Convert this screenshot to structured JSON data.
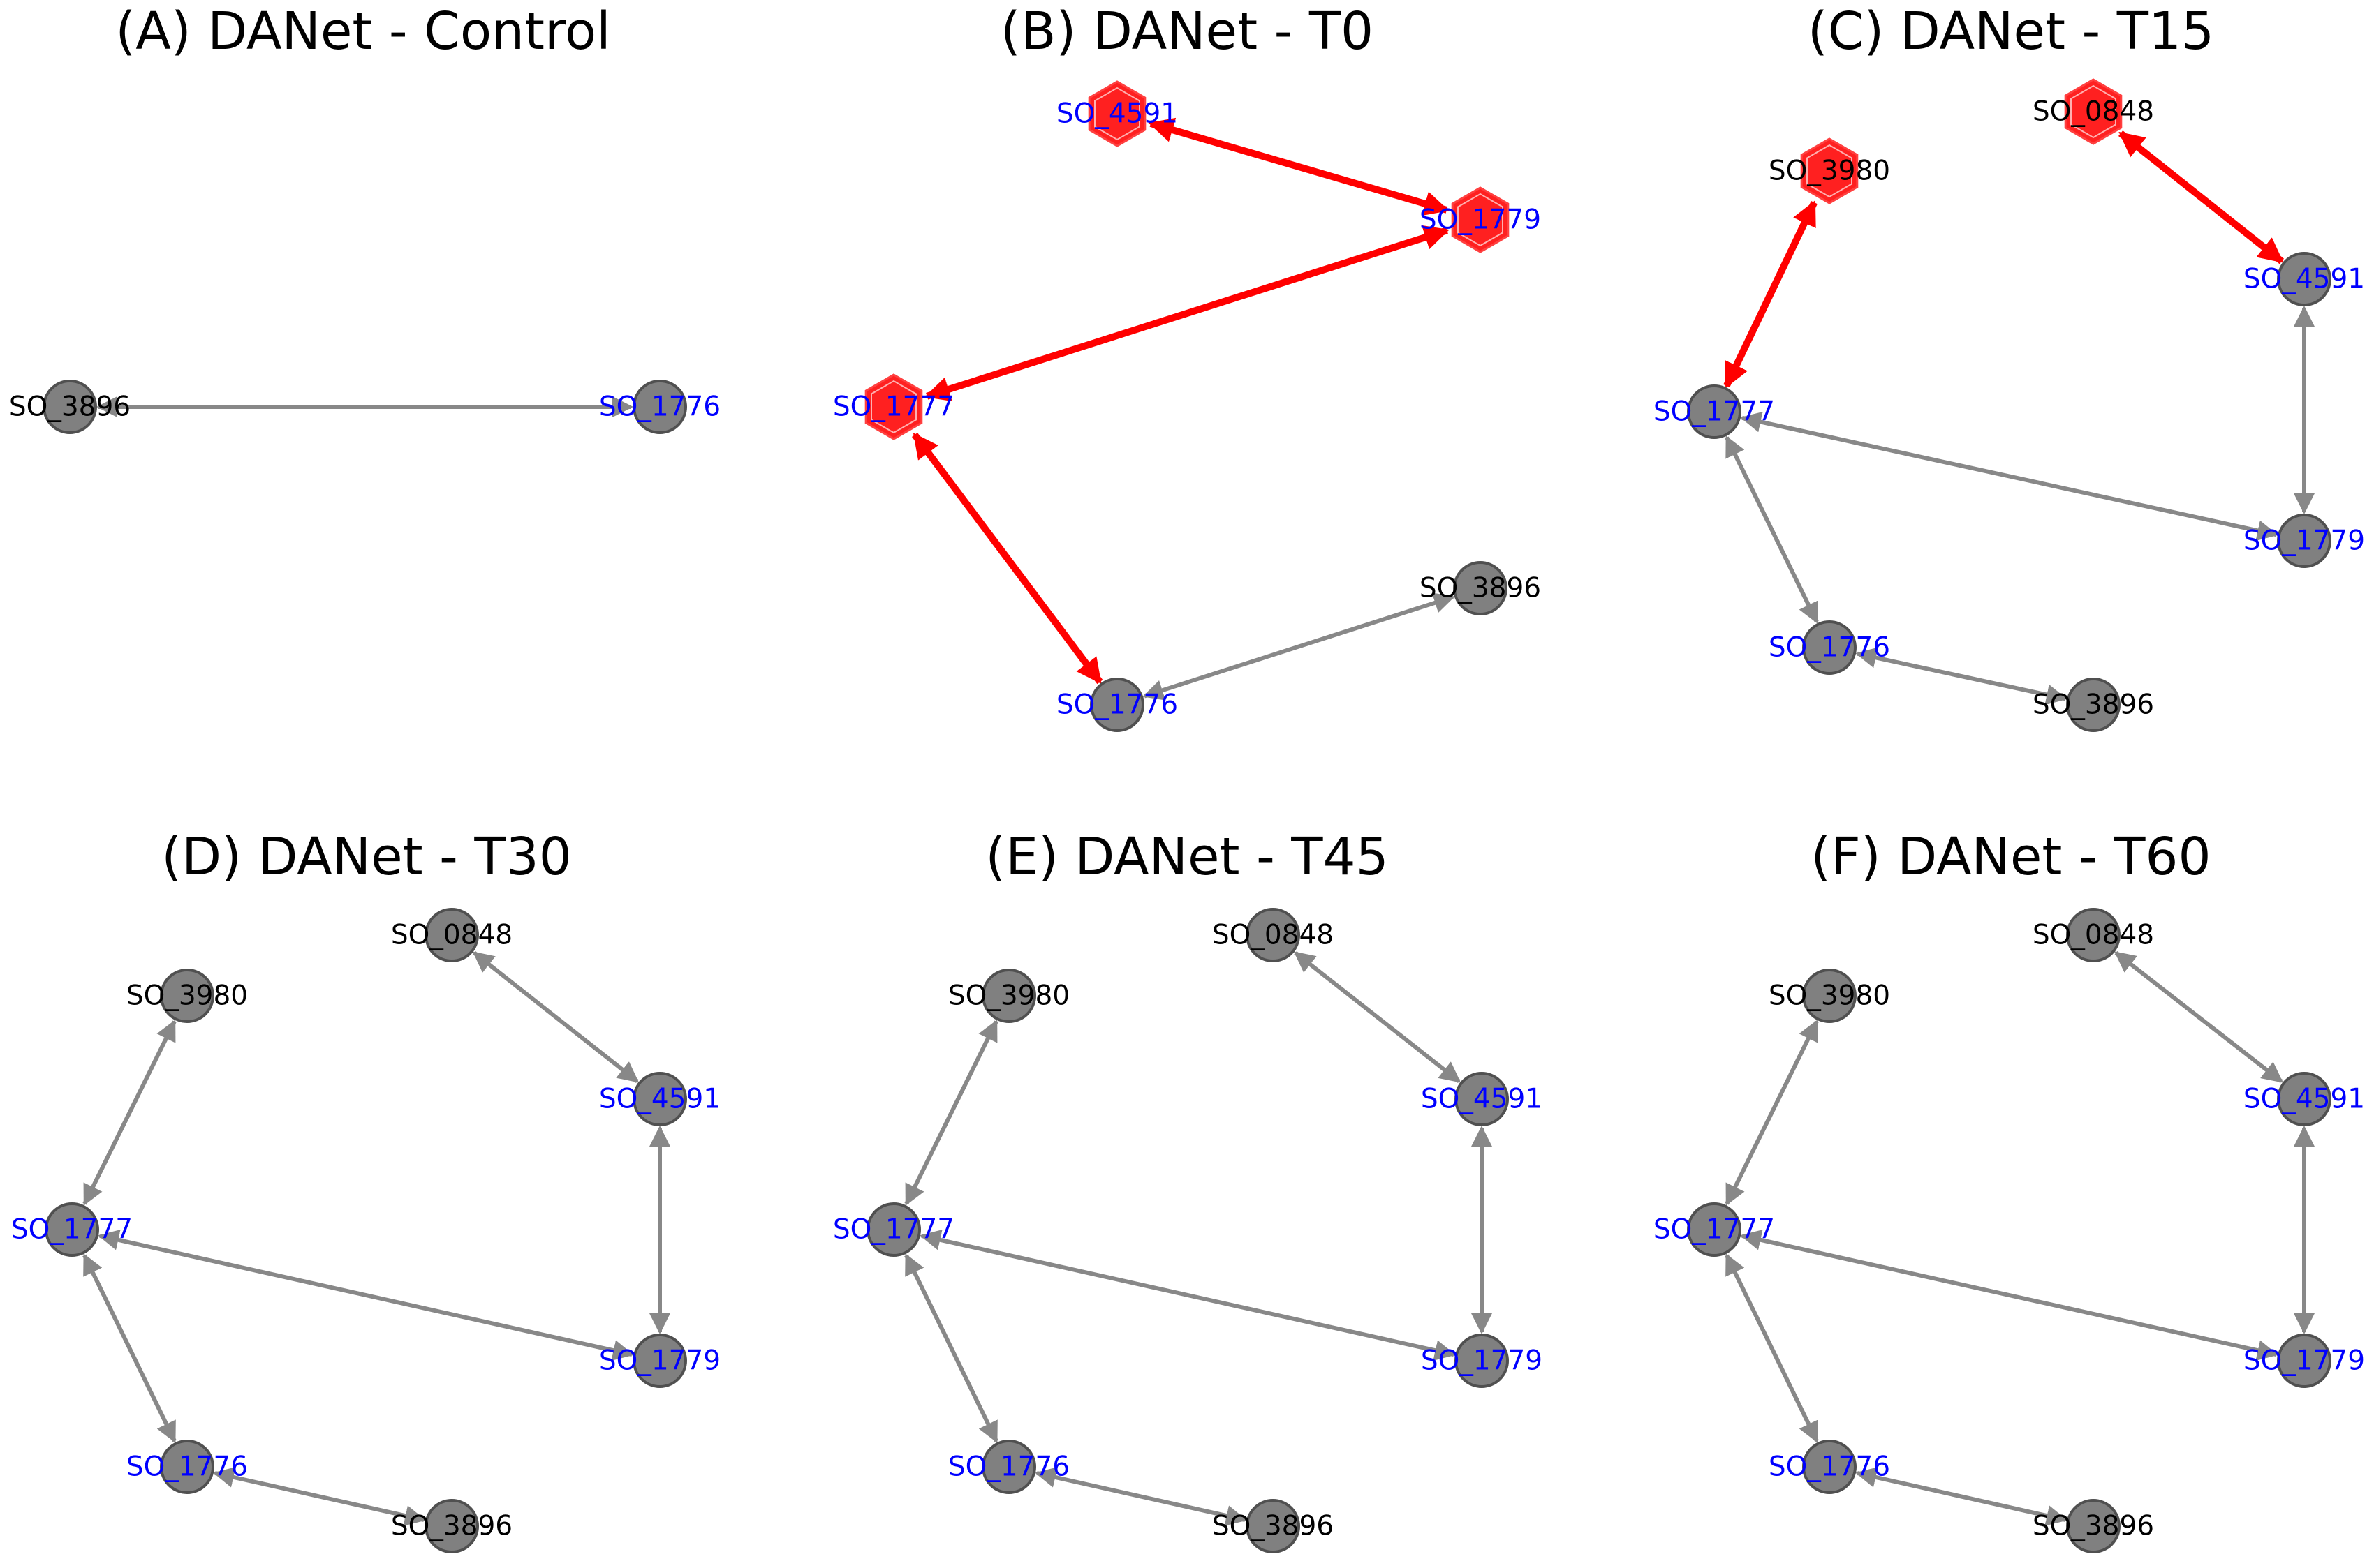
{
  "figure": {
    "colors": {
      "background": "#ffffff",
      "normal_node": "#808080",
      "highlight_node": "#ff2020",
      "normal_edge": "#888888",
      "highlight_edge": "#ff0000",
      "label_black": "#000000",
      "label_blue": "#0000ff"
    },
    "panels": [
      {
        "id": "A",
        "title": "(A) DANet - Control",
        "nodes": [
          {
            "id": "SO_3896",
            "label": "SO_3896",
            "label_color": "black",
            "highlight": false
          },
          {
            "id": "SO_1776",
            "label": "SO_1776",
            "label_color": "blue",
            "highlight": false
          }
        ],
        "edges": [
          {
            "source": "SO_3896",
            "target": "SO_1776",
            "highlight": false
          }
        ]
      },
      {
        "id": "B",
        "title": "(B) DANet - T0",
        "nodes": [
          {
            "id": "SO_4591",
            "label": "SO_4591",
            "label_color": "blue",
            "highlight": true
          },
          {
            "id": "SO_1779",
            "label": "SO_1779",
            "label_color": "blue",
            "highlight": true
          },
          {
            "id": "SO_1777",
            "label": "SO_1777",
            "label_color": "blue",
            "highlight": true
          },
          {
            "id": "SO_3896",
            "label": "SO_3896",
            "label_color": "black",
            "highlight": false
          },
          {
            "id": "SO_1776",
            "label": "SO_1776",
            "label_color": "blue",
            "highlight": false
          }
        ],
        "edges": [
          {
            "source": "SO_4591",
            "target": "SO_1779",
            "highlight": true
          },
          {
            "source": "SO_1779",
            "target": "SO_1777",
            "highlight": true
          },
          {
            "source": "SO_1777",
            "target": "SO_1776",
            "highlight": true
          },
          {
            "source": "SO_1776",
            "target": "SO_3896",
            "highlight": false
          }
        ]
      },
      {
        "id": "C",
        "title": "(C) DANet - T15",
        "nodes": [
          {
            "id": "SO_0848",
            "label": "SO_0848",
            "label_color": "black",
            "highlight": true
          },
          {
            "id": "SO_3980",
            "label": "SO_3980",
            "label_color": "black",
            "highlight": true
          },
          {
            "id": "SO_4591",
            "label": "SO_4591",
            "label_color": "blue",
            "highlight": false
          },
          {
            "id": "SO_1777",
            "label": "SO_1777",
            "label_color": "blue",
            "highlight": false
          },
          {
            "id": "SO_1779",
            "label": "SO_1779",
            "label_color": "blue",
            "highlight": false
          },
          {
            "id": "SO_1776",
            "label": "SO_1776",
            "label_color": "blue",
            "highlight": false
          },
          {
            "id": "SO_3896",
            "label": "SO_3896",
            "label_color": "black",
            "highlight": false
          }
        ],
        "edges": [
          {
            "source": "SO_3980",
            "target": "SO_1777",
            "highlight": true
          },
          {
            "source": "SO_0848",
            "target": "SO_4591",
            "highlight": true
          },
          {
            "source": "SO_4591",
            "target": "SO_1779",
            "highlight": false
          },
          {
            "source": "SO_1779",
            "target": "SO_1777",
            "highlight": false
          },
          {
            "source": "SO_1777",
            "target": "SO_1776",
            "highlight": false
          },
          {
            "source": "SO_1776",
            "target": "SO_3896",
            "highlight": false
          }
        ]
      },
      {
        "id": "D",
        "title": "(D) DANet - T30",
        "nodes": [
          {
            "id": "SO_0848",
            "label": "SO_0848",
            "label_color": "black",
            "highlight": false
          },
          {
            "id": "SO_3980",
            "label": "SO_3980",
            "label_color": "black",
            "highlight": false
          },
          {
            "id": "SO_4591",
            "label": "SO_4591",
            "label_color": "blue",
            "highlight": false
          },
          {
            "id": "SO_1777",
            "label": "SO_1777",
            "label_color": "blue",
            "highlight": false
          },
          {
            "id": "SO_1779",
            "label": "SO_1779",
            "label_color": "blue",
            "highlight": false
          },
          {
            "id": "SO_1776",
            "label": "SO_1776",
            "label_color": "blue",
            "highlight": false
          },
          {
            "id": "SO_3896",
            "label": "SO_3896",
            "label_color": "black",
            "highlight": false
          }
        ],
        "edges": [
          {
            "source": "SO_3980",
            "target": "SO_1777",
            "highlight": false
          },
          {
            "source": "SO_0848",
            "target": "SO_4591",
            "highlight": false
          },
          {
            "source": "SO_4591",
            "target": "SO_1779",
            "highlight": false
          },
          {
            "source": "SO_1779",
            "target": "SO_1777",
            "highlight": false
          },
          {
            "source": "SO_1777",
            "target": "SO_1776",
            "highlight": false
          },
          {
            "source": "SO_1776",
            "target": "SO_3896",
            "highlight": false
          }
        ]
      },
      {
        "id": "E",
        "title": "(E) DANet - T45",
        "nodes": [
          {
            "id": "SO_0848",
            "label": "SO_0848",
            "label_color": "black",
            "highlight": false
          },
          {
            "id": "SO_3980",
            "label": "SO_3980",
            "label_color": "black",
            "highlight": false
          },
          {
            "id": "SO_4591",
            "label": "SO_4591",
            "label_color": "blue",
            "highlight": false
          },
          {
            "id": "SO_1777",
            "label": "SO_1777",
            "label_color": "blue",
            "highlight": false
          },
          {
            "id": "SO_1779",
            "label": "SO_1779",
            "label_color": "blue",
            "highlight": false
          },
          {
            "id": "SO_1776",
            "label": "SO_1776",
            "label_color": "blue",
            "highlight": false
          },
          {
            "id": "SO_3896",
            "label": "SO_3896",
            "label_color": "black",
            "highlight": false
          }
        ],
        "edges": [
          {
            "source": "SO_3980",
            "target": "SO_1777",
            "highlight": false
          },
          {
            "source": "SO_0848",
            "target": "SO_4591",
            "highlight": false
          },
          {
            "source": "SO_4591",
            "target": "SO_1779",
            "highlight": false
          },
          {
            "source": "SO_1779",
            "target": "SO_1777",
            "highlight": false
          },
          {
            "source": "SO_1777",
            "target": "SO_1776",
            "highlight": false
          },
          {
            "source": "SO_1776",
            "target": "SO_3896",
            "highlight": false
          }
        ]
      },
      {
        "id": "F",
        "title": "(F) DANet - T60",
        "nodes": [
          {
            "id": "SO_0848",
            "label": "SO_0848",
            "label_color": "black",
            "highlight": false
          },
          {
            "id": "SO_3980",
            "label": "SO_3980",
            "label_color": "black",
            "highlight": false
          },
          {
            "id": "SO_4591",
            "label": "SO_4591",
            "label_color": "blue",
            "highlight": false
          },
          {
            "id": "SO_1777",
            "label": "SO_1777",
            "label_color": "blue",
            "highlight": false
          },
          {
            "id": "SO_1779",
            "label": "SO_1779",
            "label_color": "blue",
            "highlight": false
          },
          {
            "id": "SO_1776",
            "label": "SO_1776",
            "label_color": "blue",
            "highlight": false
          },
          {
            "id": "SO_3896",
            "label": "SO_3896",
            "label_color": "black",
            "highlight": false
          }
        ],
        "edges": [
          {
            "source": "SO_3980",
            "target": "SO_1777",
            "highlight": false
          },
          {
            "source": "SO_0848",
            "target": "SO_4591",
            "highlight": false
          },
          {
            "source": "SO_4591",
            "target": "SO_1779",
            "highlight": false
          },
          {
            "source": "SO_1779",
            "target": "SO_1777",
            "highlight": false
          },
          {
            "source": "SO_1777",
            "target": "SO_1776",
            "highlight": false
          },
          {
            "source": "SO_1776",
            "target": "SO_3896",
            "highlight": false
          }
        ]
      }
    ]
  }
}
